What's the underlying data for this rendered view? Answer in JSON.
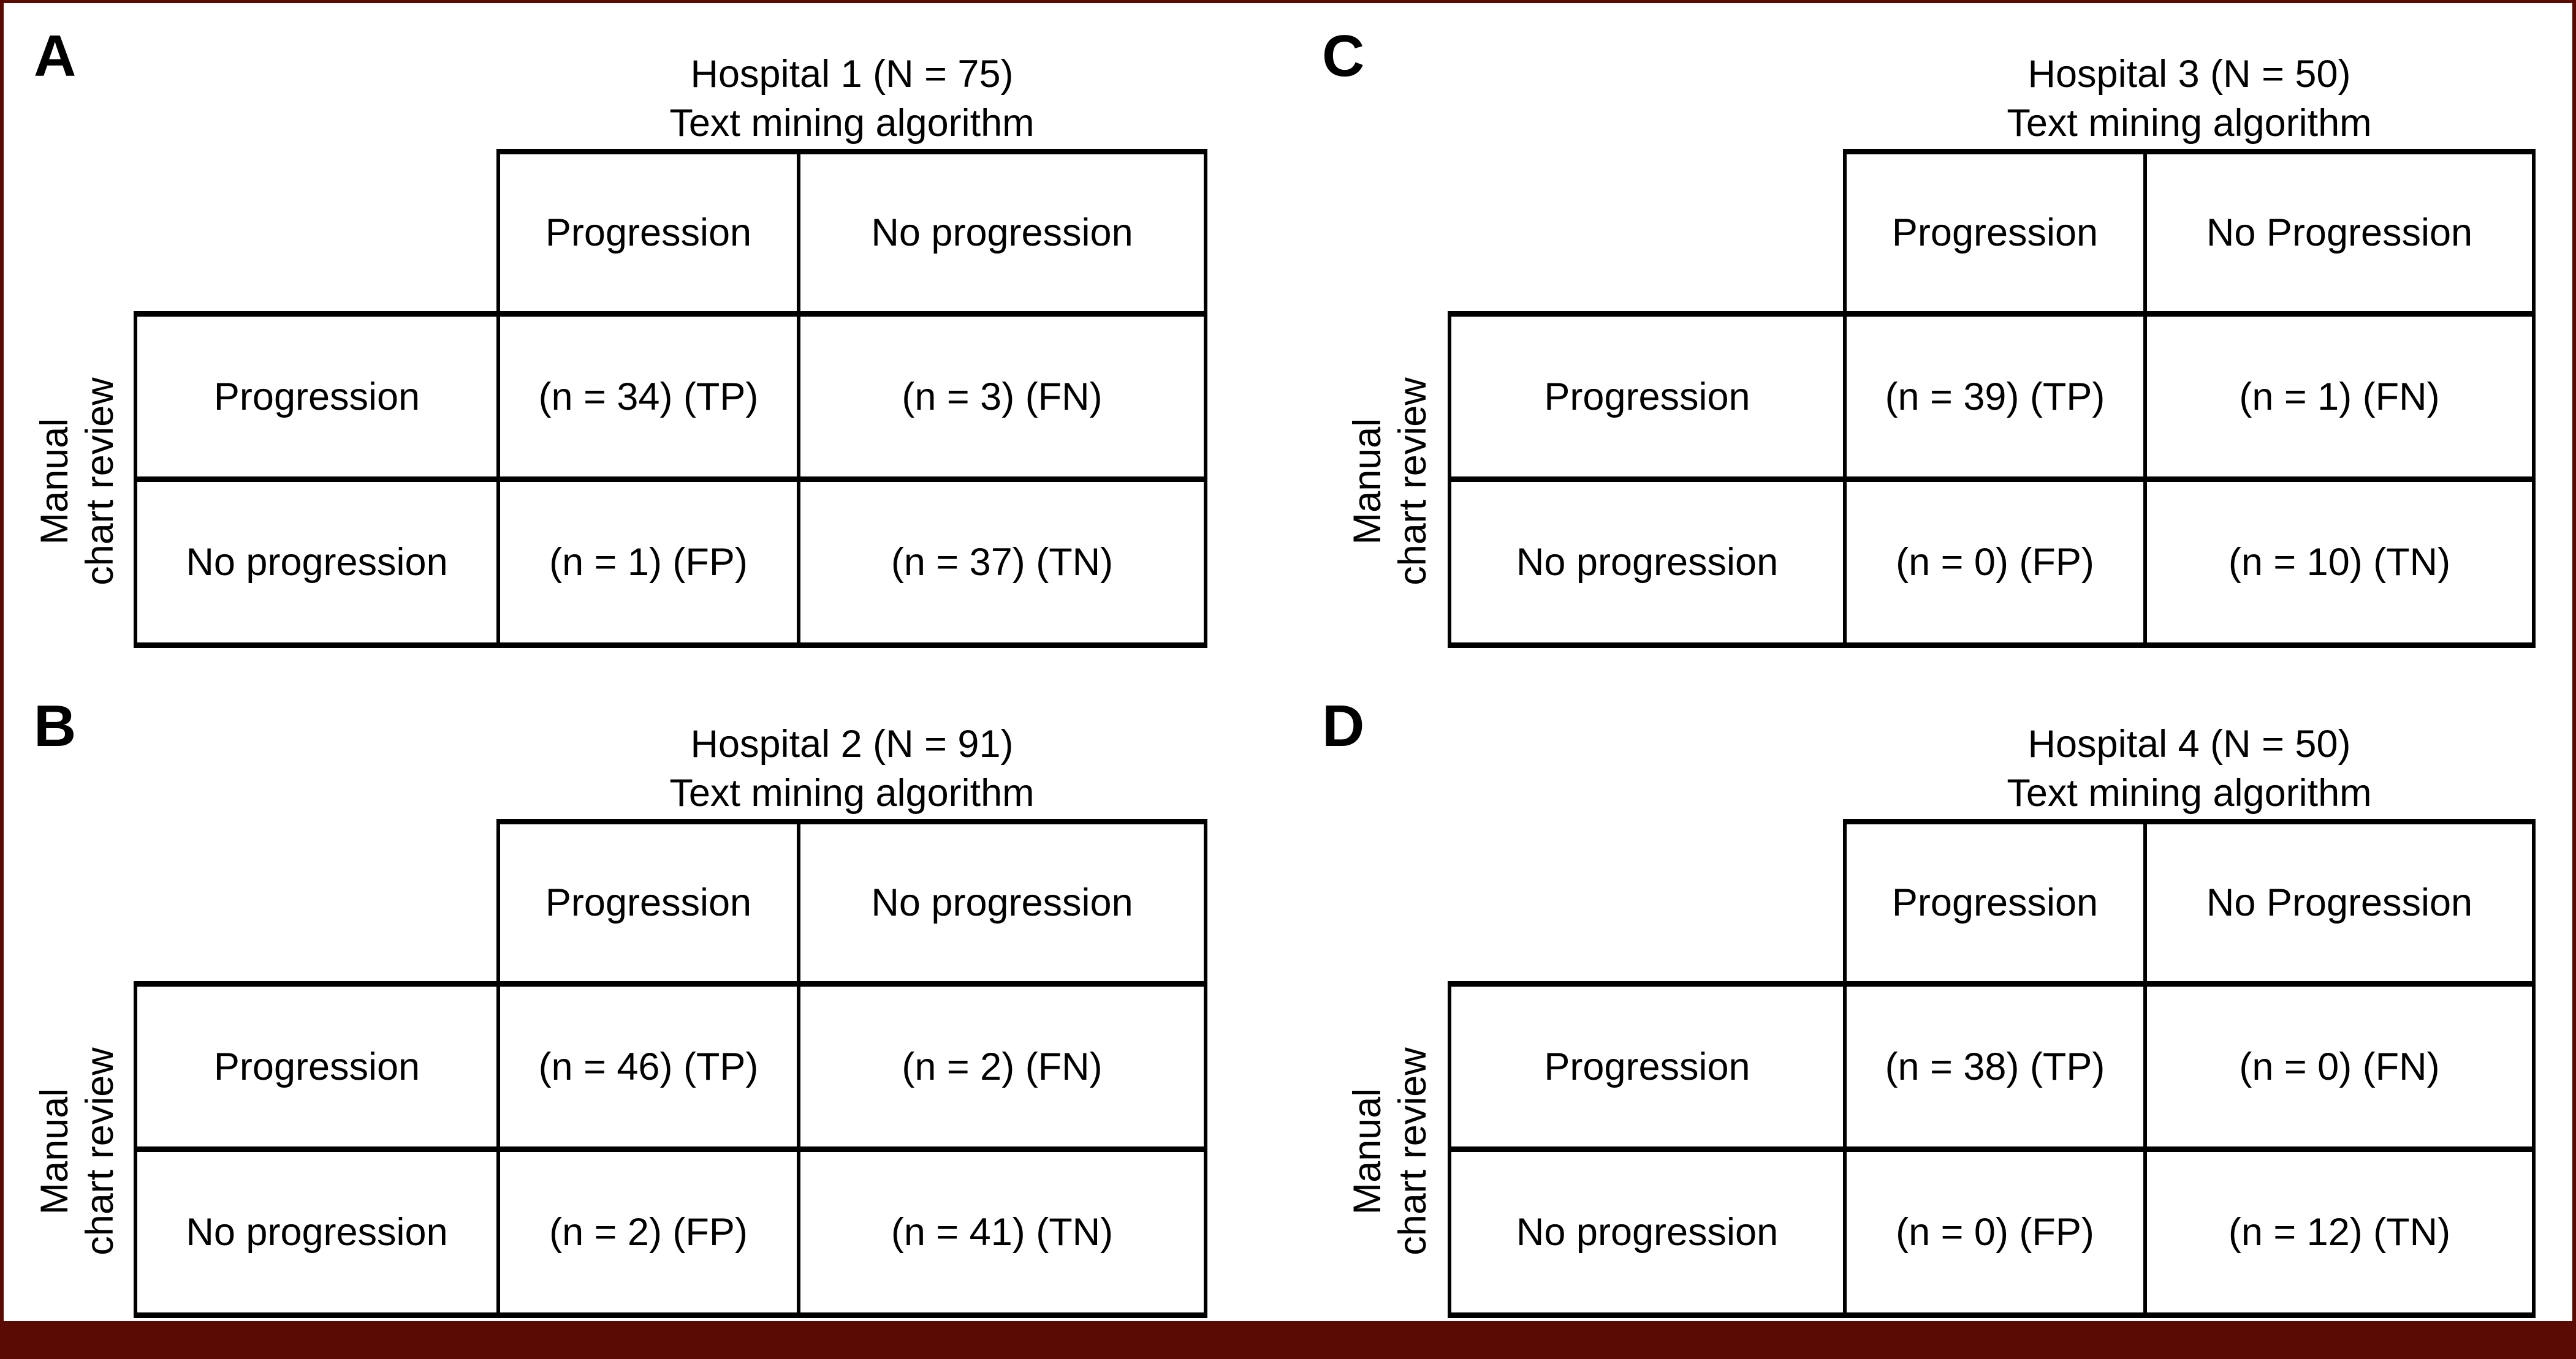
{
  "figure": {
    "frame_color": "#5A0B01",
    "background_color": "#FFFFFF",
    "text_color": "#000000"
  },
  "panels": [
    {
      "label": "A",
      "title_line1": "Hospital 1 (N = 75)",
      "title_line2": "Text mining algorithm",
      "row_axis_line1": "Manual",
      "row_axis_line2": "chart review",
      "col_headers": [
        "Progression",
        "No progression"
      ],
      "row_headers": [
        "Progression",
        "No progression"
      ],
      "cells": [
        [
          "(n = 34) (TP)",
          "(n = 3) (FN)"
        ],
        [
          "(n = 1) (FP)",
          "(n = 37) (TN)"
        ]
      ]
    },
    {
      "label": "B",
      "title_line1": "Hospital 2 (N = 91)",
      "title_line2": "Text mining algorithm",
      "row_axis_line1": "Manual",
      "row_axis_line2": "chart review",
      "col_headers": [
        "Progression",
        "No progression"
      ],
      "row_headers": [
        "Progression",
        "No progression"
      ],
      "cells": [
        [
          "(n = 46) (TP)",
          "(n = 2) (FN)"
        ],
        [
          "(n = 2) (FP)",
          "(n = 41) (TN)"
        ]
      ]
    },
    {
      "label": "C",
      "title_line1": "Hospital 3 (N = 50)",
      "title_line2": "Text mining algorithm",
      "row_axis_line1": "Manual",
      "row_axis_line2": "chart review",
      "col_headers": [
        "Progression",
        "No Progression"
      ],
      "row_headers": [
        "Progression",
        "No progression"
      ],
      "cells": [
        [
          "(n = 39) (TP)",
          "(n = 1) (FN)"
        ],
        [
          "(n = 0) (FP)",
          "(n = 10) (TN)"
        ]
      ]
    },
    {
      "label": "D",
      "title_line1": "Hospital 4 (N = 50)",
      "title_line2": "Text mining algorithm",
      "row_axis_line1": "Manual",
      "row_axis_line2": "chart review",
      "col_headers": [
        "Progression",
        "No Progression"
      ],
      "row_headers": [
        "Progression",
        "No progression"
      ],
      "cells": [
        [
          "(n = 38) (TP)",
          "(n = 0) (FN)"
        ],
        [
          "(n = 0) (FP)",
          "(n = 12) (TN)"
        ]
      ]
    }
  ],
  "chart_data": [
    {
      "type": "table",
      "title": "Hospital 1 (N = 75)",
      "col_axis": "Text mining algorithm",
      "row_axis": "Manual chart review",
      "col_labels": [
        "Progression",
        "No progression"
      ],
      "row_labels": [
        "Progression",
        "No progression"
      ],
      "values": [
        [
          34,
          3
        ],
        [
          1,
          37
        ]
      ],
      "cell_tags": [
        [
          "TP",
          "FN"
        ],
        [
          "FP",
          "TN"
        ]
      ],
      "n_total": 75
    },
    {
      "type": "table",
      "title": "Hospital 2 (N = 91)",
      "col_axis": "Text mining algorithm",
      "row_axis": "Manual chart review",
      "col_labels": [
        "Progression",
        "No progression"
      ],
      "row_labels": [
        "Progression",
        "No progression"
      ],
      "values": [
        [
          46,
          2
        ],
        [
          2,
          41
        ]
      ],
      "cell_tags": [
        [
          "TP",
          "FN"
        ],
        [
          "FP",
          "TN"
        ]
      ],
      "n_total": 91
    },
    {
      "type": "table",
      "title": "Hospital 3 (N = 50)",
      "col_axis": "Text mining algorithm",
      "row_axis": "Manual chart review",
      "col_labels": [
        "Progression",
        "No Progression"
      ],
      "row_labels": [
        "Progression",
        "No progression"
      ],
      "values": [
        [
          39,
          1
        ],
        [
          0,
          10
        ]
      ],
      "cell_tags": [
        [
          "TP",
          "FN"
        ],
        [
          "FP",
          "TN"
        ]
      ],
      "n_total": 50
    },
    {
      "type": "table",
      "title": "Hospital 4 (N = 50)",
      "col_axis": "Text mining algorithm",
      "row_axis": "Manual chart review",
      "col_labels": [
        "Progression",
        "No Progression"
      ],
      "row_labels": [
        "Progression",
        "No progression"
      ],
      "values": [
        [
          38,
          0
        ],
        [
          0,
          12
        ]
      ],
      "cell_tags": [
        [
          "TP",
          "FN"
        ],
        [
          "FP",
          "TN"
        ]
      ],
      "n_total": 50
    }
  ]
}
